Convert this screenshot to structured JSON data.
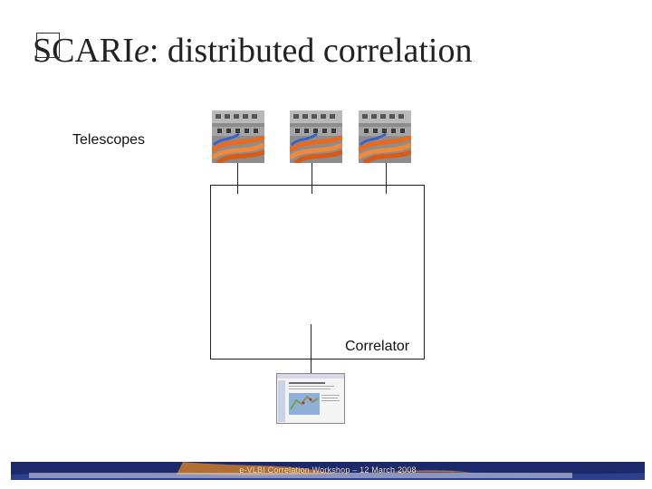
{
  "slide": {
    "title_prefix": "SC",
    "title_main": "ARI",
    "title_italic": "e",
    "title_rest": ": distributed correlation"
  },
  "diagram": {
    "telescopes_label": "Telescopes",
    "correlator_label": "Correlator"
  },
  "footer": {
    "text": "e-VLBI Correlation Workshop – 12 March 2008"
  },
  "colors": {
    "footer_bg": "#1c2a6b",
    "footer_accent": "#c87a2a",
    "cable_orange": "#e86a1e"
  }
}
